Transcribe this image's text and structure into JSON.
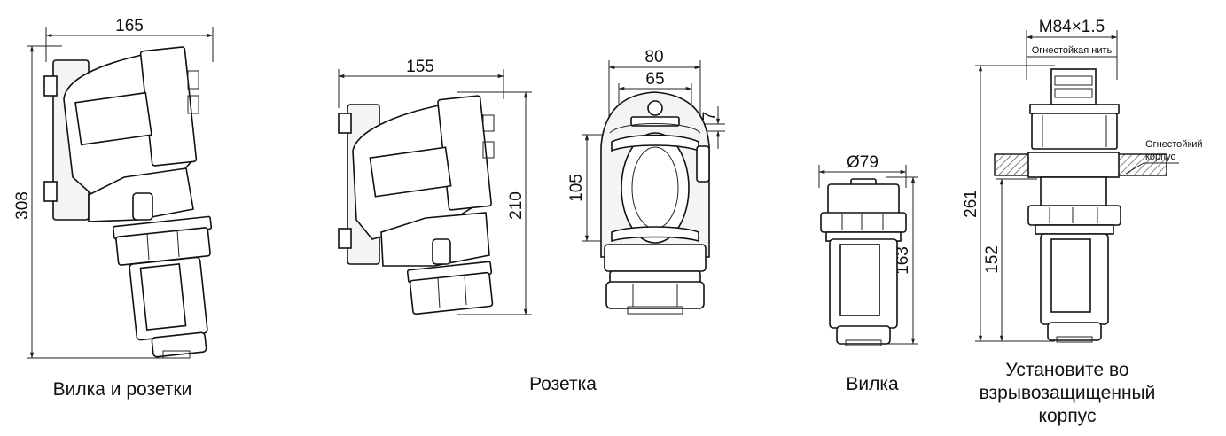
{
  "views": [
    {
      "caption": "Вилка и розетки",
      "dims": {
        "width": "165",
        "height": "308"
      }
    },
    {
      "caption": "Розетка",
      "dims": {
        "width": "155",
        "height": "210"
      }
    },
    {
      "caption": "",
      "dims": {
        "width_outer": "80",
        "width_inner": "65",
        "gap": "7",
        "height": "105"
      }
    },
    {
      "caption": "Вилка",
      "dims": {
        "diameter": "Ø79",
        "height": "163"
      }
    },
    {
      "caption_lines": [
        "Установите во",
        "взрывозащищенный",
        "корпус"
      ],
      "dims": {
        "thread": "M84×1.5",
        "height_total": "261",
        "height_lower": "152"
      },
      "labels": {
        "thread_note": "Огнестойкая нить",
        "housing_note_1": "Огнестойкий",
        "housing_note_2": "корпус"
      }
    }
  ]
}
